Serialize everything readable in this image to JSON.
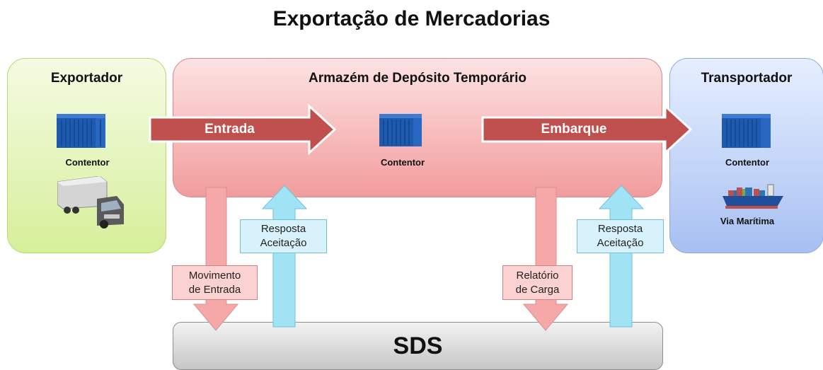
{
  "title": "Exportação de Mercadorias",
  "exportador": {
    "title": "Exportador",
    "container_label": "Contentor"
  },
  "armazem": {
    "title": "Armazém de Depósito Temporário",
    "container_label": "Contentor"
  },
  "transportador": {
    "title": "Transportador",
    "container_label": "Contentor",
    "ship_label": "Via Marítima"
  },
  "flows": {
    "entrada": "Entrada",
    "embarque": "Embarque"
  },
  "messages": {
    "movimento_entrada": [
      "Movimento",
      "de Entrada"
    ],
    "resposta_1": [
      "Resposta",
      "Aceitação"
    ],
    "relatorio_carga": [
      "Relatório",
      "de Carga"
    ],
    "resposta_2": [
      "Resposta",
      "Aceitação"
    ]
  },
  "sds": "SDS",
  "colors": {
    "container": "#1f5fb4",
    "flow_arrow": "#c0504d",
    "pink_arrow": "#f6a7a7",
    "cyan_arrow": "#9fe3f5"
  }
}
